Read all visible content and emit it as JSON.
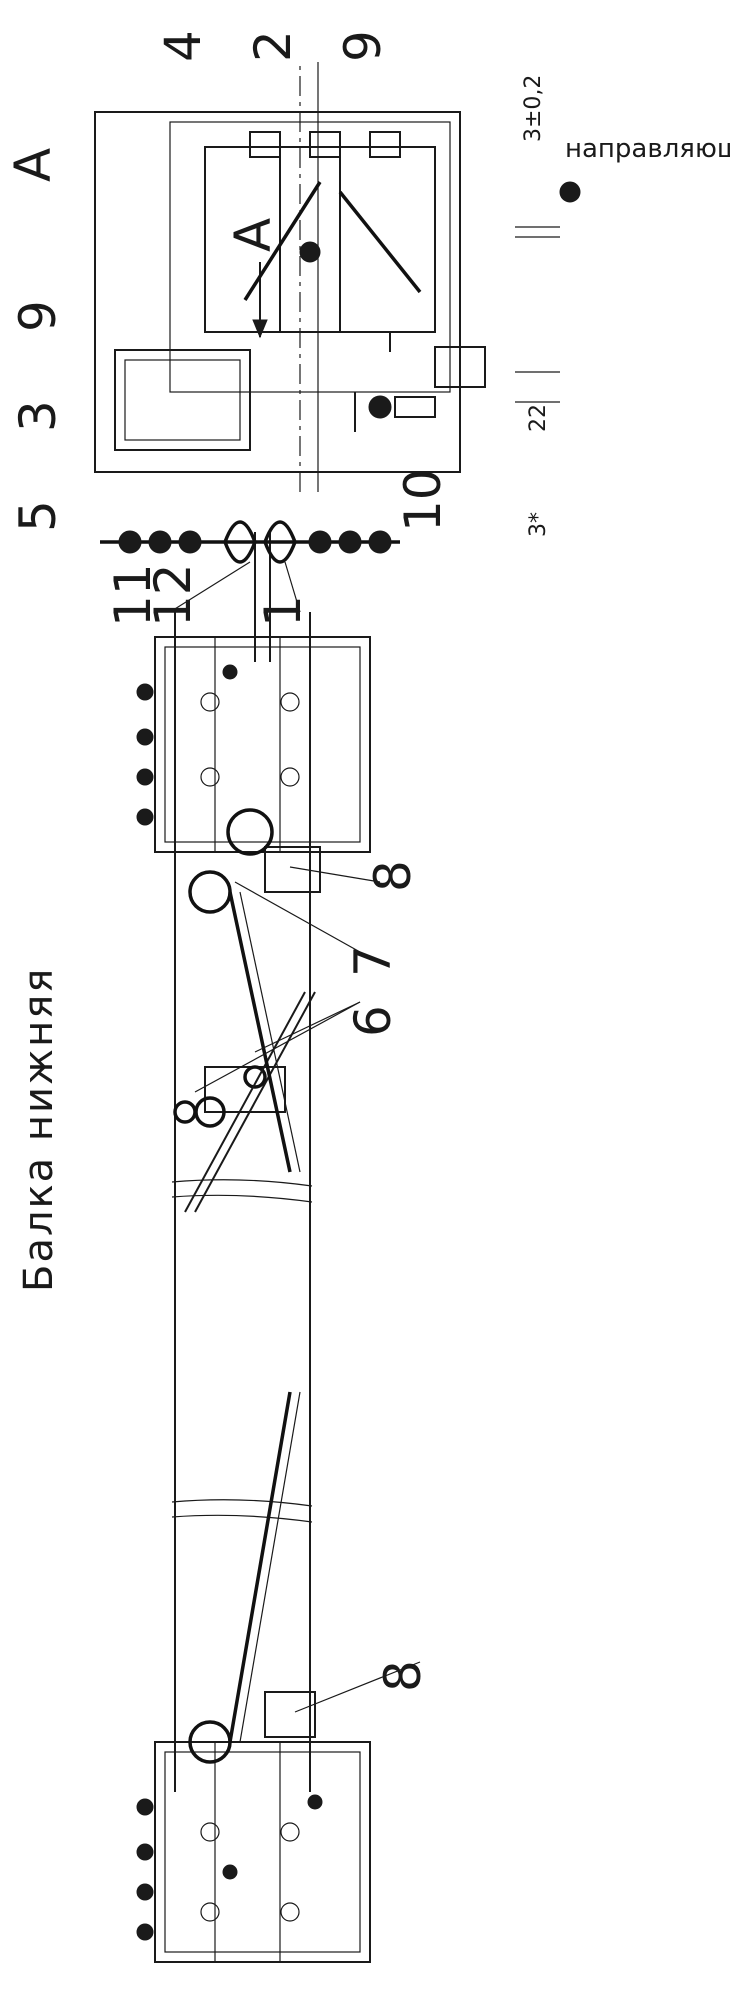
{
  "drawing": {
    "title": "Балка нижняя",
    "view_label": "A",
    "view_arrow_label": "A",
    "guide_label": "направляющая",
    "callouts": {
      "c1": "1",
      "c2": "2",
      "c3": "3",
      "c4": "4",
      "c5": "5",
      "c6": "6",
      "c7": "7",
      "c8a": "8",
      "c8b": "8",
      "c9a": "9",
      "c9b": "9",
      "c10": "10",
      "c11": "11",
      "c12": "12"
    },
    "dimensions": {
      "d1": "3±0,2",
      "d2": "22",
      "d3": "3*"
    }
  }
}
